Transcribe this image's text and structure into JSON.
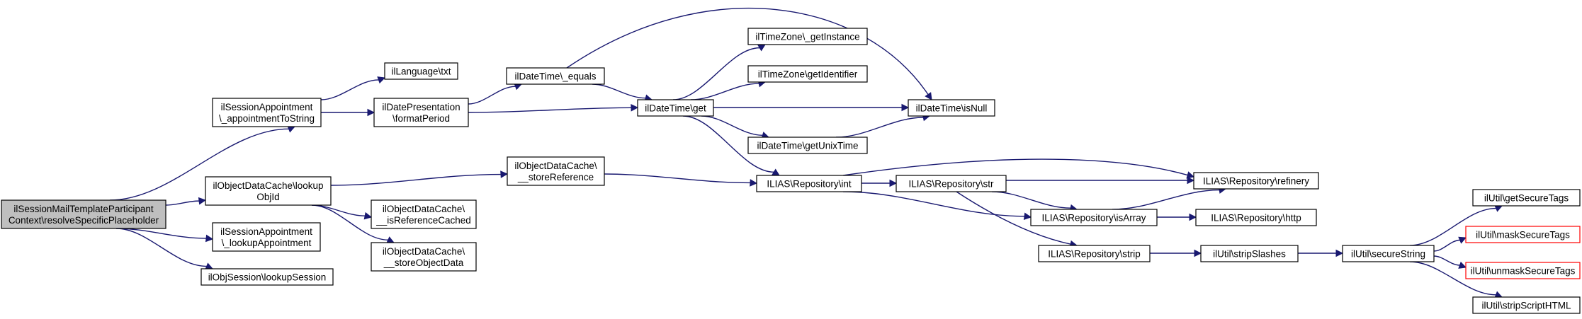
{
  "colors": {
    "edge": "#191970",
    "root_fill": "#bfbfbf",
    "node_border": "#000000",
    "missing_border": "#ff0000"
  },
  "nodes": [
    {
      "id": "n0",
      "lines": [
        "ilSessionMailTemplateParticipant",
        "Context\\resolveSpecificPlaceholder"
      ],
      "root": true
    },
    {
      "id": "n1",
      "lines": [
        "ilSessionAppointment",
        "\\_appointmentToString"
      ]
    },
    {
      "id": "n2",
      "lines": [
        "ilObjectDataCache\\lookup",
        "ObjId"
      ]
    },
    {
      "id": "n3",
      "lines": [
        "ilSessionAppointment",
        "\\_lookupAppointment"
      ]
    },
    {
      "id": "n4",
      "lines": [
        "ilObjSession\\lookupSession"
      ]
    },
    {
      "id": "n5",
      "lines": [
        "ilLanguage\\txt"
      ]
    },
    {
      "id": "n6",
      "lines": [
        "ilDatePresentation",
        "\\formatPeriod"
      ]
    },
    {
      "id": "n7",
      "lines": [
        "ilObjectDataCache\\",
        "__storeReference"
      ]
    },
    {
      "id": "n8",
      "lines": [
        "ilObjectDataCache\\",
        "__isReferenceCached"
      ]
    },
    {
      "id": "n9",
      "lines": [
        "ilObjectDataCache\\",
        "__storeObjectData"
      ]
    },
    {
      "id": "n10",
      "lines": [
        "ilDateTime\\_equals"
      ]
    },
    {
      "id": "n11",
      "lines": [
        "ilDateTime\\get"
      ]
    },
    {
      "id": "n12",
      "lines": [
        "ILIAS\\Repository\\int"
      ]
    },
    {
      "id": "n13",
      "lines": [
        "ilTimeZone\\_getInstance"
      ]
    },
    {
      "id": "n14",
      "lines": [
        "ilTimeZone\\getIdentifier"
      ]
    },
    {
      "id": "n15",
      "lines": [
        "ilDateTime\\getUnixTime"
      ]
    },
    {
      "id": "n16",
      "lines": [
        "ilDateTime\\isNull"
      ]
    },
    {
      "id": "n17",
      "lines": [
        "ILIAS\\Repository\\str"
      ]
    },
    {
      "id": "n18",
      "lines": [
        "ILIAS\\Repository\\isArray"
      ]
    },
    {
      "id": "n19",
      "lines": [
        "ILIAS\\Repository\\strip"
      ]
    },
    {
      "id": "n20",
      "lines": [
        "ILIAS\\Repository\\refinery"
      ]
    },
    {
      "id": "n21",
      "lines": [
        "ILIAS\\Repository\\http"
      ]
    },
    {
      "id": "n22",
      "lines": [
        "ilUtil\\stripSlashes"
      ]
    },
    {
      "id": "n23",
      "lines": [
        "ilUtil\\secureString"
      ]
    },
    {
      "id": "n24",
      "lines": [
        "ilUtil\\getSecureTags"
      ]
    },
    {
      "id": "n25",
      "lines": [
        "ilUtil\\maskSecureTags"
      ],
      "missing": true
    },
    {
      "id": "n26",
      "lines": [
        "ilUtil\\unmaskSecureTags"
      ],
      "missing": true
    },
    {
      "id": "n27",
      "lines": [
        "ilUtil\\stripScriptHTML"
      ]
    }
  ],
  "edges": [
    [
      "n0",
      "n1"
    ],
    [
      "n0",
      "n2"
    ],
    [
      "n0",
      "n3"
    ],
    [
      "n0",
      "n4"
    ],
    [
      "n1",
      "n5"
    ],
    [
      "n1",
      "n6"
    ],
    [
      "n2",
      "n7"
    ],
    [
      "n2",
      "n8"
    ],
    [
      "n2",
      "n9"
    ],
    [
      "n6",
      "n10"
    ],
    [
      "n6",
      "n11"
    ],
    [
      "n7",
      "n12"
    ],
    [
      "n10",
      "n11"
    ],
    [
      "n10",
      "n16"
    ],
    [
      "n11",
      "n13"
    ],
    [
      "n11",
      "n14"
    ],
    [
      "n11",
      "n16"
    ],
    [
      "n11",
      "n15"
    ],
    [
      "n11",
      "n12"
    ],
    [
      "n15",
      "n16"
    ],
    [
      "n12",
      "n20"
    ],
    [
      "n12",
      "n17"
    ],
    [
      "n12",
      "n18"
    ],
    [
      "n17",
      "n20"
    ],
    [
      "n17",
      "n18"
    ],
    [
      "n17",
      "n19"
    ],
    [
      "n18",
      "n20"
    ],
    [
      "n18",
      "n21"
    ],
    [
      "n19",
      "n22"
    ],
    [
      "n22",
      "n23"
    ],
    [
      "n23",
      "n24"
    ],
    [
      "n23",
      "n25"
    ],
    [
      "n23",
      "n26"
    ],
    [
      "n23",
      "n27"
    ]
  ]
}
